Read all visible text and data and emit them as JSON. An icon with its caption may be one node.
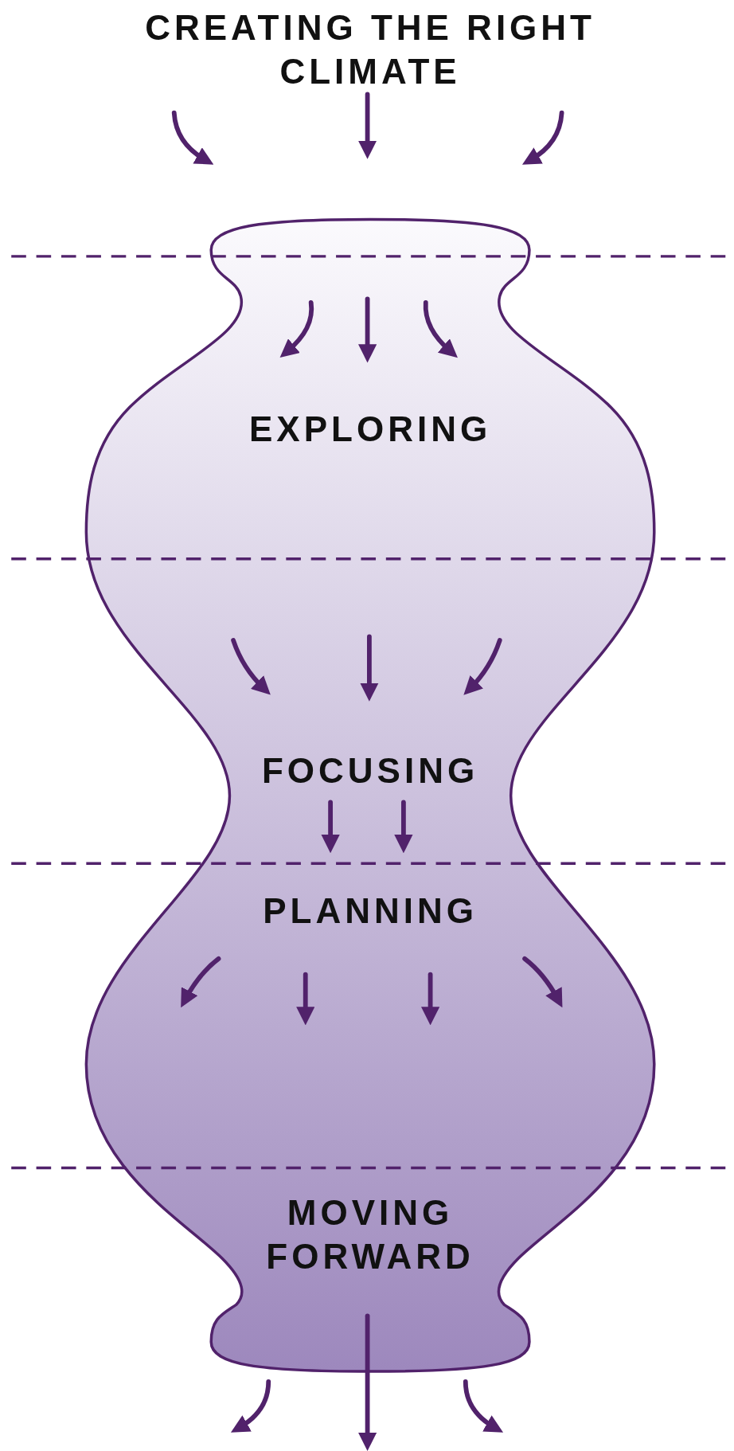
{
  "diagram": {
    "title": "CREATING THE RIGHT CLIMATE",
    "labels": [
      "EXPLORING",
      "FOCUSING",
      "PLANNING",
      "MOVING FORWARD"
    ]
  }
}
